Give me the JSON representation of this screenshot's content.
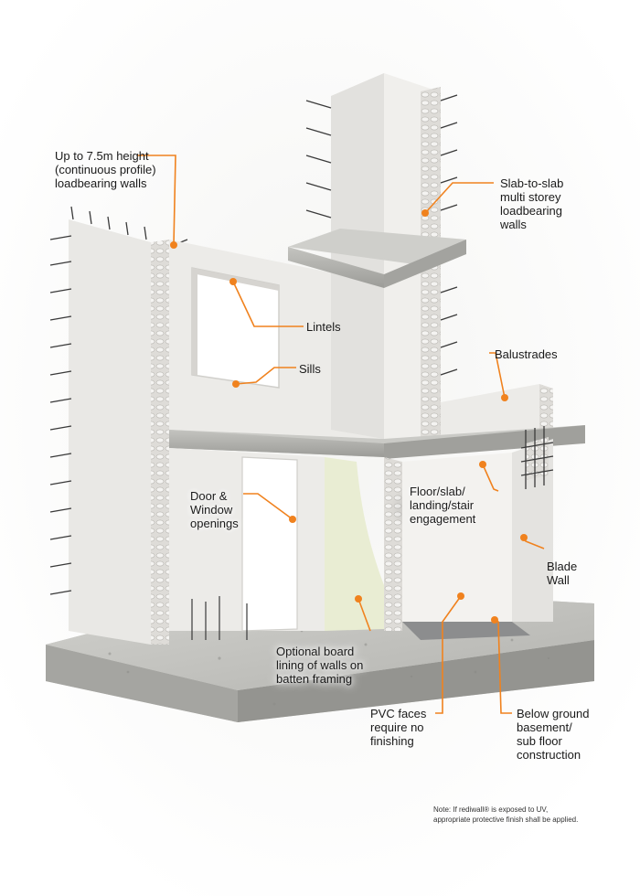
{
  "callouts": {
    "height_walls": "Up to 7.5m height\n(continuous profile)\nloadbearing walls",
    "slab_to_slab": "Slab-to-slab\nmulti storey\nloadbearing\nwalls",
    "lintels": "Lintels",
    "sills": "Sills",
    "balustrades": "Balustrades",
    "door_window": "Door &\nWindow\nopenings",
    "floor_slab": "Floor/slab/\nlanding/stair\nengagement",
    "blade_wall": "Blade\nWall",
    "board_lining": "Optional board\nlining of walls on\nbatten framing",
    "pvc_faces": "PVC faces\nrequire no\nfinishing",
    "below_ground": "Below ground\nbasement/\nsub floor\nconstruction"
  },
  "note": {
    "line1": "Note: If rediwall® is exposed to UV,",
    "line2": "appropriate protective finish shall be applied."
  },
  "colors": {
    "accent": "#f0821e",
    "wall": "#ecebe8",
    "wall_shade": "#dcdad6",
    "concrete": "#b9b9b5",
    "concrete_dark": "#8f8f8b",
    "rebar": "#3a3a3a",
    "lining": "#e8ecd2"
  }
}
